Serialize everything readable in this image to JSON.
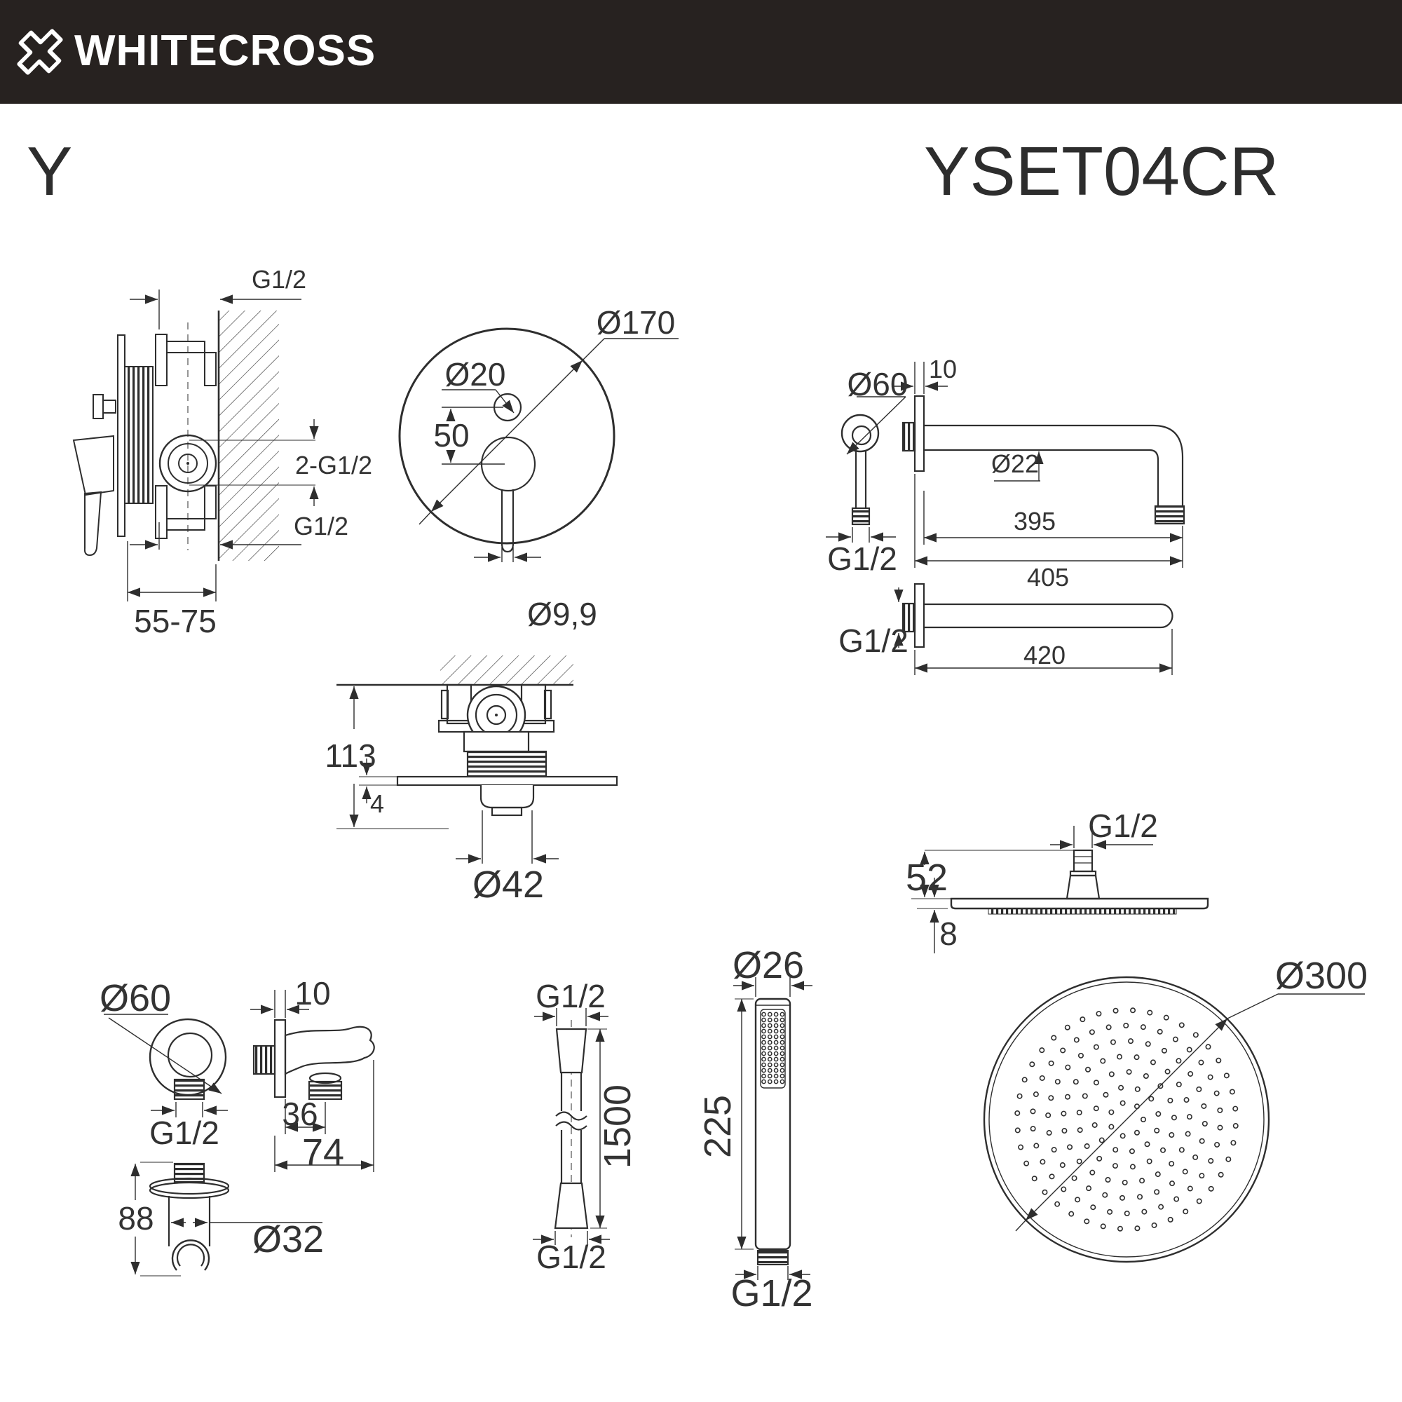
{
  "header": {
    "brand": "WHITECROSS"
  },
  "product": {
    "series": "Y",
    "model": "YSET04CR"
  },
  "labels": {
    "g12": "G1/2",
    "two_g12": "2-G1/2",
    "depth_range": "55-75",
    "d170": "Ø170",
    "d20": "Ø20",
    "offset_50": "50",
    "d99": "Ø9,9",
    "d60": "Ø60",
    "t10": "10",
    "d22": "Ø22",
    "len_395": "395",
    "len_405": "405",
    "len_420": "420",
    "h113": "113",
    "t4": "4",
    "d42": "Ø42",
    "h52": "52",
    "t8": "8",
    "d300": "Ø300",
    "w36": "36",
    "w74": "74",
    "h88": "88",
    "d32": "Ø32",
    "len_1500": "1500",
    "len_225": "225",
    "d26": "Ø26"
  }
}
